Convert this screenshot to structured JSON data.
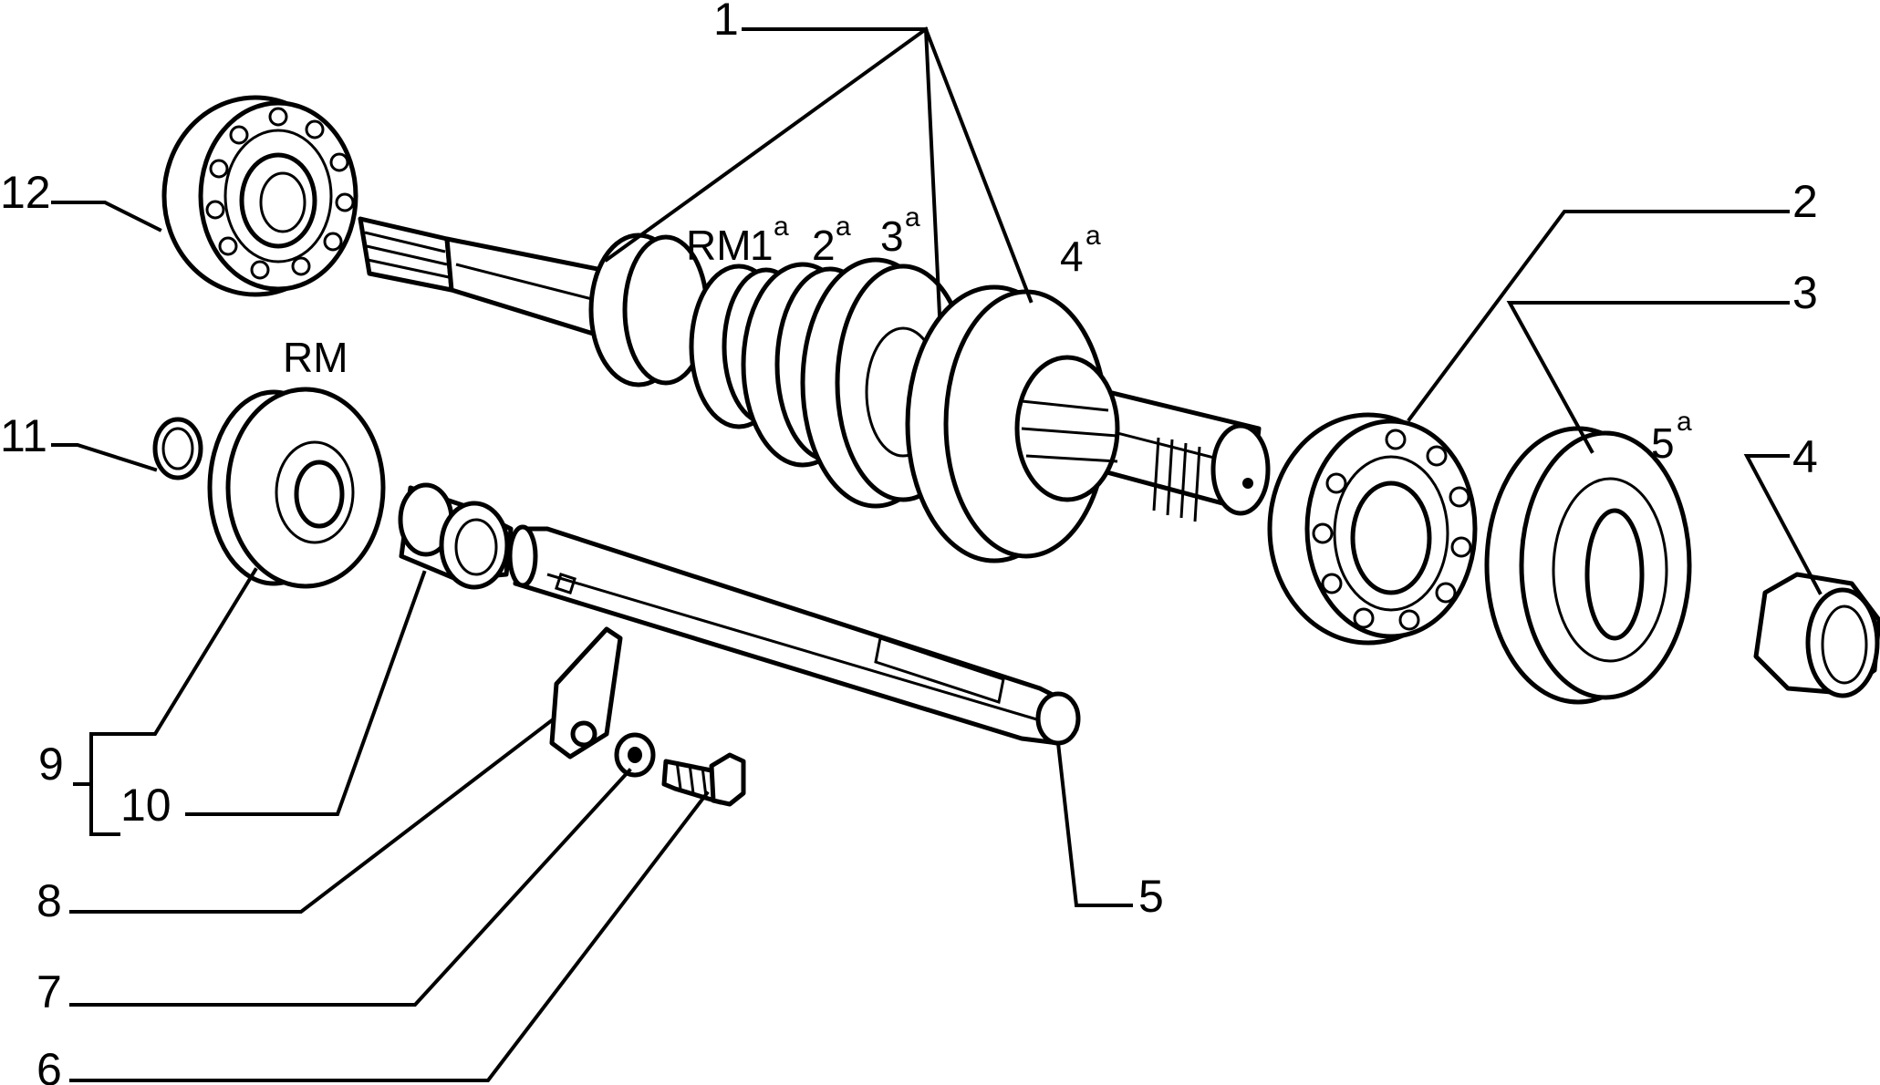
{
  "callouts": {
    "c1": "1",
    "c2": "2",
    "c3": "3",
    "c4": "4",
    "c5": "5",
    "c6": "6",
    "c7": "7",
    "c8": "8",
    "c9": "9",
    "c10": "10",
    "c11": "11",
    "c12": "12"
  },
  "gear_labels": {
    "rm_shaft": "RM",
    "g1": "1",
    "g2": "2",
    "g3": "3",
    "g4": "4",
    "g5": "5",
    "ordinal": "a",
    "rm_idler": "RM"
  }
}
